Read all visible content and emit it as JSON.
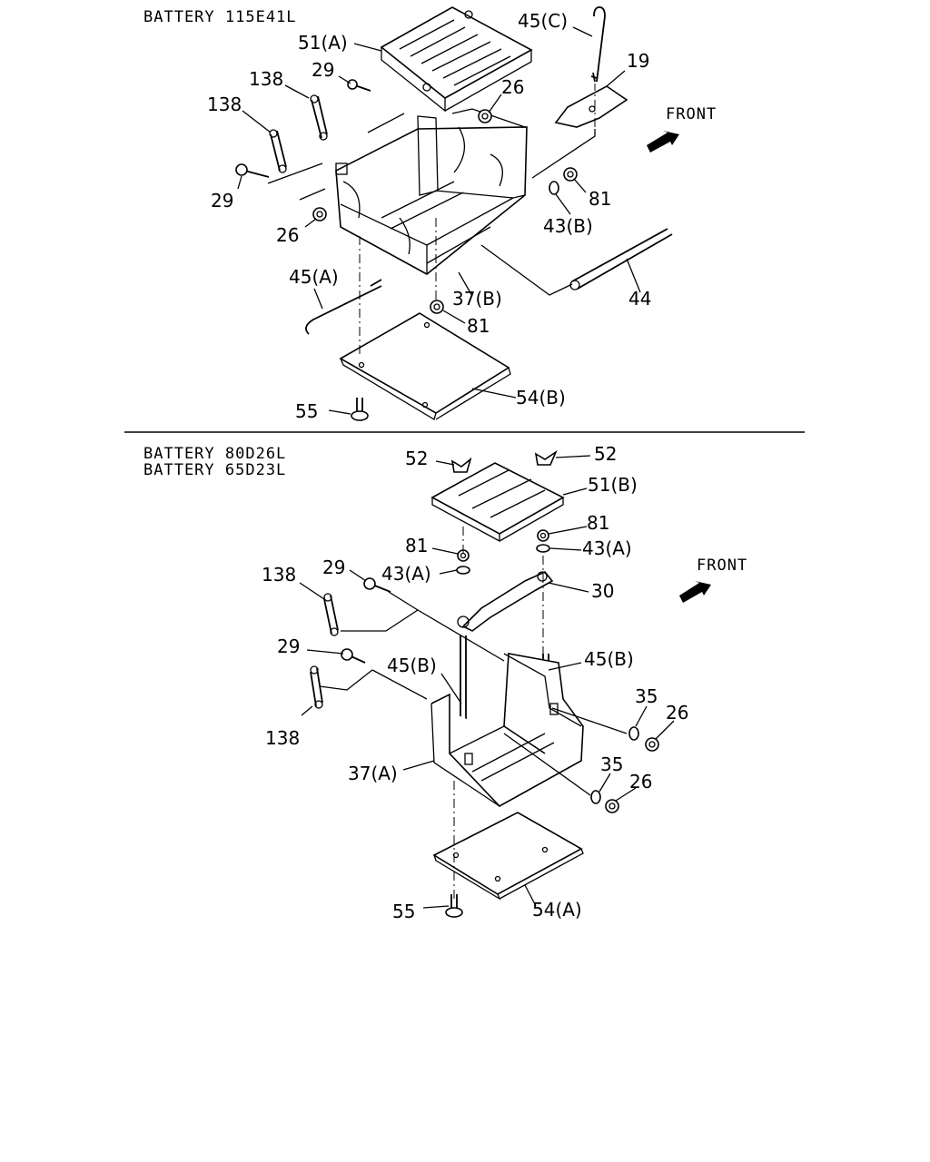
{
  "top_section": {
    "heading": "BATTERY 115E41L",
    "front_label": "FRONT",
    "callouts": {
      "c45c": "45(C)",
      "c51a": "51(A)",
      "c19": "19",
      "c29a": "29",
      "c138a": "138",
      "c26a": "26",
      "c138b": "138",
      "c29b": "29",
      "c81a": "81",
      "c43b": "43(B)",
      "c26b": "26",
      "c45a": "45(A)",
      "c37b": "37(B)",
      "c44": "44",
      "c81b": "81",
      "c54b": "54(B)",
      "c55a": "55"
    }
  },
  "bottom_section": {
    "heading_line1": "BATTERY 80D26L",
    "heading_line2": "BATTERY 65D23L",
    "front_label": "FRONT",
    "callouts": {
      "c52a": "52",
      "c52b": "52",
      "c51b": "51(B)",
      "c81c": "81",
      "c81d": "81",
      "c43a1": "43(A)",
      "c43a2": "43(A)",
      "c138c": "138",
      "c29c": "29",
      "c30": "30",
      "c29d": "29",
      "c45b1": "45(B)",
      "c45b2": "45(B)",
      "c35a": "35",
      "c26c": "26",
      "c138d": "138",
      "c37a": "37(A)",
      "c35b": "35",
      "c26d": "26",
      "c55b": "55",
      "c54a": "54(A)"
    }
  }
}
